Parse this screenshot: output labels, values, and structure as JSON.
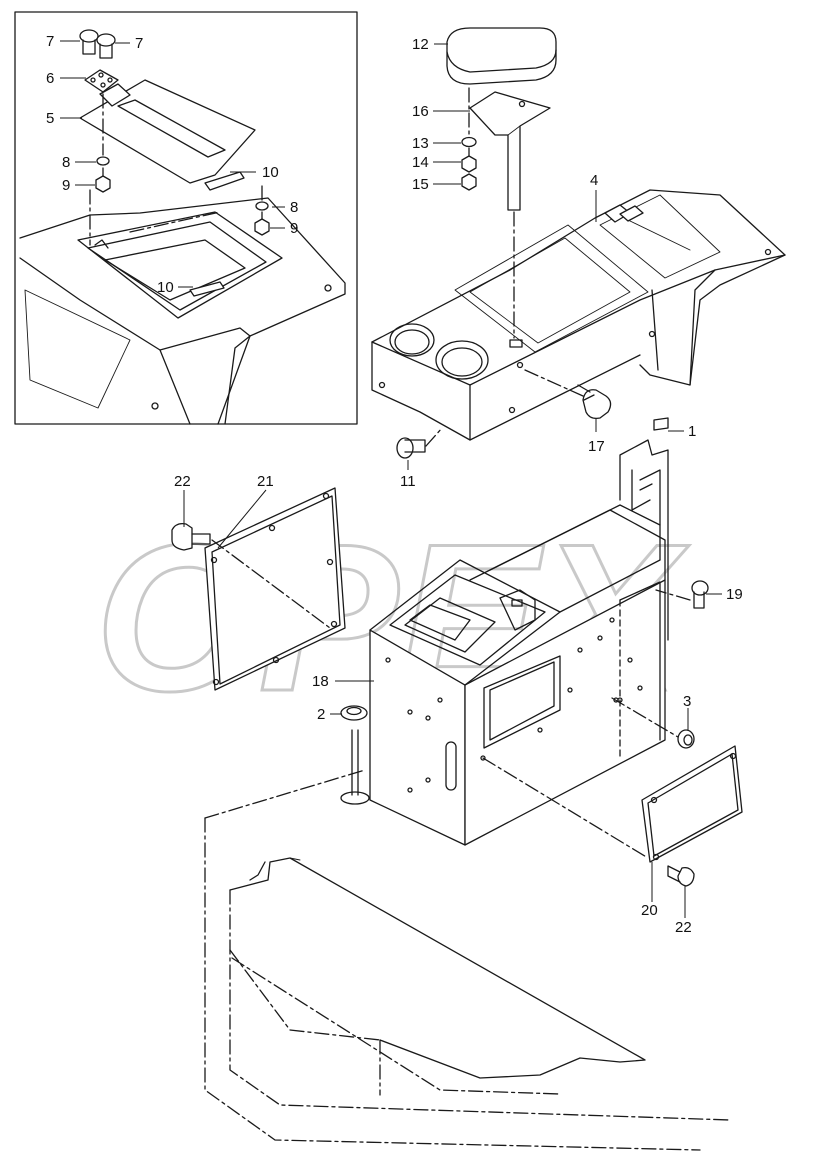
{
  "watermark": {
    "text": "OPEX"
  },
  "callouts": [
    {
      "id": "c7a",
      "text": "7"
    },
    {
      "id": "c7b",
      "text": "7"
    },
    {
      "id": "c6",
      "text": "6"
    },
    {
      "id": "c5",
      "text": "5"
    },
    {
      "id": "c8a",
      "text": "8"
    },
    {
      "id": "c9a",
      "text": "9"
    },
    {
      "id": "c10a",
      "text": "10"
    },
    {
      "id": "c8b",
      "text": "8"
    },
    {
      "id": "c9b",
      "text": "9"
    },
    {
      "id": "c10b",
      "text": "10"
    },
    {
      "id": "c12",
      "text": "12"
    },
    {
      "id": "c16",
      "text": "16"
    },
    {
      "id": "c13",
      "text": "13"
    },
    {
      "id": "c14",
      "text": "14"
    },
    {
      "id": "c15",
      "text": "15"
    },
    {
      "id": "c4",
      "text": "4"
    },
    {
      "id": "c1",
      "text": "1"
    },
    {
      "id": "c17",
      "text": "17"
    },
    {
      "id": "c11",
      "text": "11"
    },
    {
      "id": "c22a",
      "text": "22"
    },
    {
      "id": "c21",
      "text": "21"
    },
    {
      "id": "c19",
      "text": "19"
    },
    {
      "id": "c18",
      "text": "18"
    },
    {
      "id": "c2",
      "text": "2"
    },
    {
      "id": "c3",
      "text": "3"
    },
    {
      "id": "c20",
      "text": "20"
    },
    {
      "id": "c22b",
      "text": "22"
    }
  ]
}
